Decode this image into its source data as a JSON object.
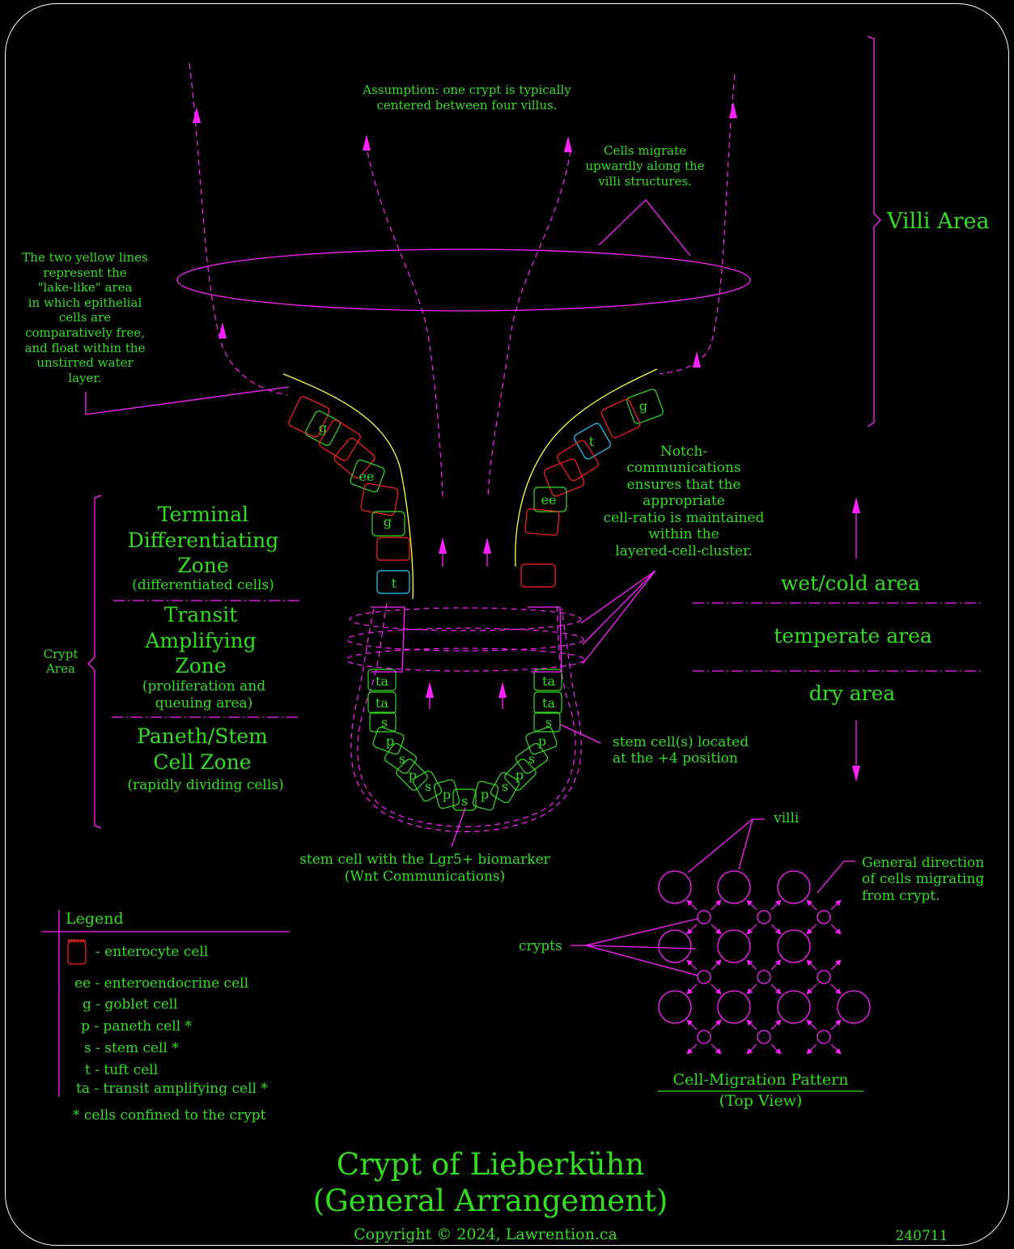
{
  "title": {
    "line1": "Crypt of Lieberkühn",
    "line2": "(General Arrangement)",
    "copyright": "Copyright © 2024, Lawrention.ca",
    "code": "240711"
  },
  "notes": {
    "assumption": [
      "Assumption: one crypt is typically",
      "centered between four villus."
    ],
    "migrate": [
      "Cells migrate",
      "upwardly along the",
      "villi structures."
    ],
    "yellow": [
      "The two yellow lines",
      "represent the",
      "\"lake-like\" area",
      "in which epithelial",
      "cells are",
      "comparatively free,",
      "and float within the",
      "unstirred water",
      "layer."
    ],
    "notch": [
      "Notch-",
      "communications",
      "ensures that the",
      "appropriate",
      "cell-ratio is maintained",
      "within the",
      "layered-cell-cluster."
    ],
    "stem_plus4": [
      "stem cell(s) located",
      "at the +4 position"
    ],
    "lgr5": [
      "stem cell with the Lgr5+ biomarker",
      "(Wnt Communications)"
    ]
  },
  "areas": {
    "villi": "Villi Area",
    "crypt": [
      "Crypt",
      "Area"
    ]
  },
  "zones": {
    "terminal": {
      "name": [
        "Terminal",
        "Differentiating",
        "Zone"
      ],
      "sub": [
        "(differentiated cells)"
      ]
    },
    "transit": {
      "name": [
        "Transit",
        "Amplifying",
        "Zone"
      ],
      "sub": [
        "(proliferation and",
        "queuing area)"
      ]
    },
    "paneth": {
      "name": [
        "Paneth/Stem",
        "Cell Zone"
      ],
      "sub": [
        "(rapidly dividing cells)"
      ]
    }
  },
  "climate": {
    "wet": "wet/cold area",
    "temperate": "temperate area",
    "dry": "dry area"
  },
  "legend": {
    "title": "Legend",
    "items": [
      "- enterocyte cell",
      "ee - enteroendocrine cell",
      "g - goblet cell",
      "p - paneth cell *",
      "s - stem cell *",
      "t - tuft cell",
      "ta - transit amplifying cell *"
    ],
    "footnote": "* cells confined to the crypt"
  },
  "migration": {
    "villi_label": "villi",
    "crypts_label": "crypts",
    "direction": [
      "General direction",
      "of cells migrating",
      "from crypt."
    ],
    "caption": [
      "Cell-Migration Pattern",
      "(Top View)"
    ]
  },
  "cells": {
    "left": [
      "g",
      "ee",
      "g",
      "t",
      "ta",
      "ta",
      "s",
      "p",
      "s",
      "p",
      "s",
      "p"
    ],
    "right": [
      "g",
      "t",
      "ee",
      "ta",
      "ta",
      "s",
      "p",
      "s",
      "p",
      "s",
      "p"
    ],
    "bottom": "s"
  },
  "colors": {
    "text": "#33dd22",
    "lines": "#ff22ff",
    "enterocyte": "#ff2222",
    "yellow": "#ffff44",
    "tuft": "#22ccff",
    "frame": "#ffffff"
  }
}
